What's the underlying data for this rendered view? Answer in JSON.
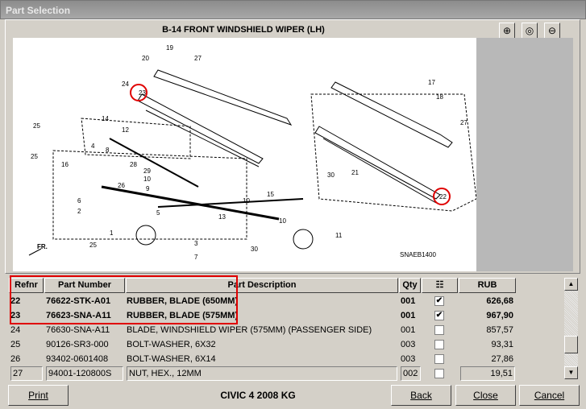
{
  "window": {
    "title": "Part Selection"
  },
  "diagram": {
    "title": "B-14 FRONT WINDSHIELD WIPER (LH)",
    "code": "SNAEB1400",
    "front_label": "FR.",
    "callouts": [
      "19",
      "20",
      "27",
      "24",
      "23",
      "25",
      "14",
      "12",
      "4",
      "8",
      "16",
      "25",
      "28",
      "29",
      "10",
      "9",
      "26",
      "2",
      "6",
      "15",
      "10",
      "13",
      "5",
      "1",
      "3",
      "7",
      "25",
      "30",
      "10",
      "11",
      "17",
      "18",
      "27",
      "21",
      "22",
      "30"
    ]
  },
  "zoom": {
    "in": "zoom-in",
    "fit": "zoom-fit",
    "out": "zoom-out"
  },
  "table": {
    "headers": {
      "refnr": "Refnr",
      "part_number": "Part Number",
      "description": "Part Description",
      "qty": "Qty",
      "select_icon": "cart-list-icon",
      "price": "RUB"
    },
    "rows": [
      {
        "refnr": "22",
        "part_number": "76622-STK-A01",
        "description": "RUBBER, BLADE (650MM)",
        "qty": "001",
        "checked": true,
        "price": "626,68"
      },
      {
        "refnr": "23",
        "part_number": "76623-SNA-A11",
        "description": "RUBBER, BLADE (575MM)",
        "qty": "001",
        "checked": true,
        "price": "967,90"
      },
      {
        "refnr": "24",
        "part_number": "76630-SNA-A11",
        "description": "BLADE, WINDSHIELD WIPER (575MM) (PASSENGER SIDE)",
        "qty": "001",
        "checked": false,
        "price": "857,57"
      },
      {
        "refnr": "25",
        "part_number": "90126-SR3-000",
        "description": "BOLT-WASHER, 6X32",
        "qty": "003",
        "checked": false,
        "price": "93,31"
      },
      {
        "refnr": "26",
        "part_number": "93402-0601408",
        "description": "BOLT-WASHER, 6X14",
        "qty": "003",
        "checked": false,
        "price": "27,86"
      },
      {
        "refnr": "27",
        "part_number": "94001-120800S",
        "description": "NUT, HEX., 12MM",
        "qty": "002",
        "checked": false,
        "price": "19,51"
      }
    ]
  },
  "footer": {
    "vehicle": "CIVIC  4  2008  KG",
    "print": "Print",
    "back": "Back",
    "close": "Close",
    "cancel": "Cancel"
  }
}
